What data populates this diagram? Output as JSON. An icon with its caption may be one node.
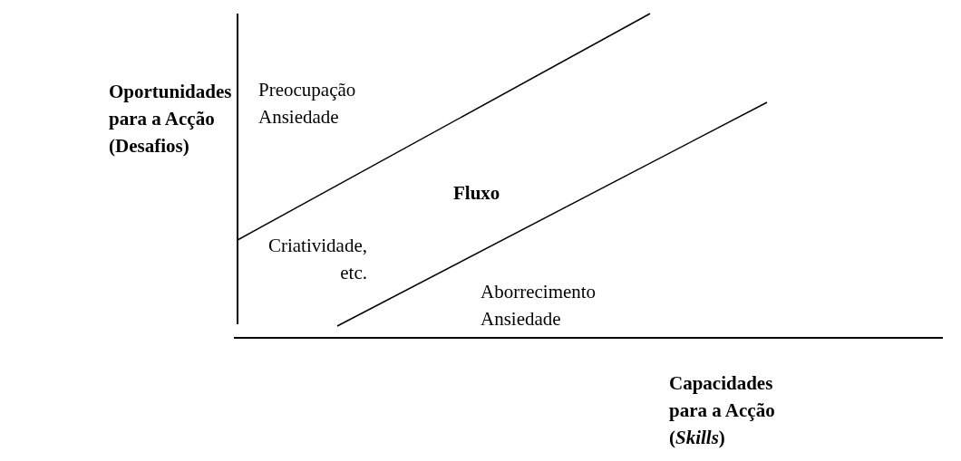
{
  "diagram": {
    "labels": [
      "Oportunidades para a Acção (Desafios)",
      "Preocupação Ansiedade",
      "Fluxo",
      "Criatividade, etc.",
      "Aborrecimento Ansiedade",
      "Capacidades para a Acção (*Skills*)"
    ]
  }
}
